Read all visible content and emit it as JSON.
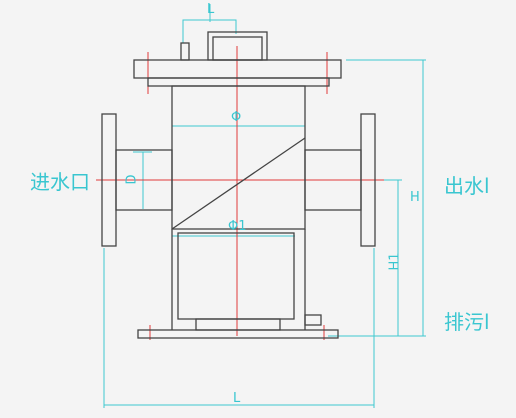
{
  "labels": {
    "inlet": "进水口",
    "outlet": "出水l",
    "drain": "排污l",
    "dim_diameter": "Φ",
    "dim_diameter1": "Φ1",
    "dim_height": "H",
    "dim_height1": "H1",
    "dim_length": "L",
    "dim_pipe": "D",
    "dim_top": "L"
  },
  "colors": {
    "body": "#444444",
    "dimension": "#3ec9cf",
    "centerline": "#e03a3a",
    "background": "#f4f4f4"
  }
}
